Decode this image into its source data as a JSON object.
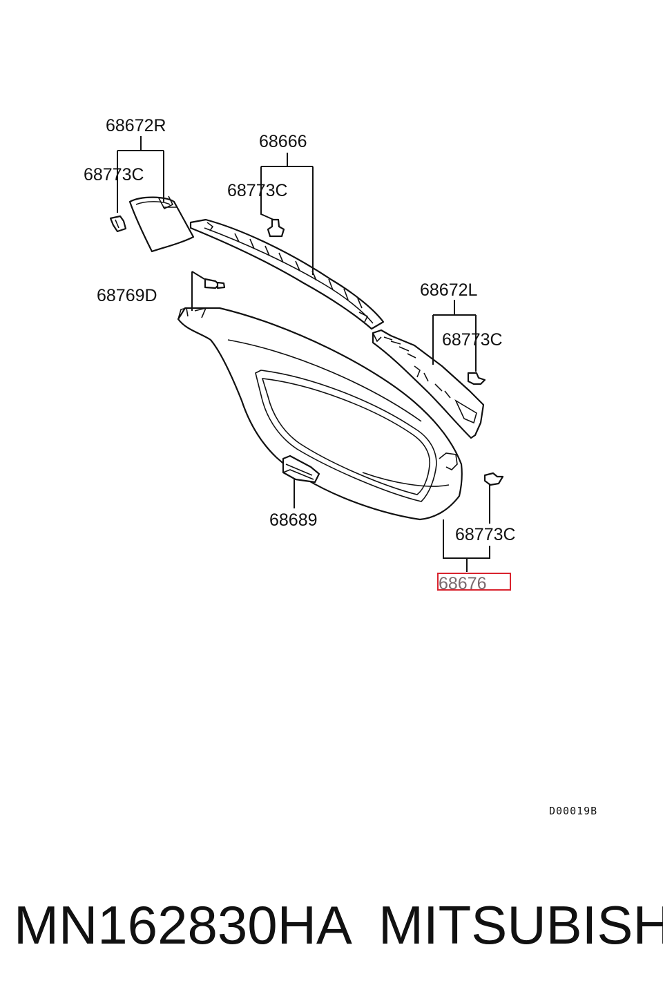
{
  "diagram": {
    "part_labels": {
      "p68672R": "68672R",
      "p68773C_a": "68773C",
      "p68666": "68666",
      "p68773C_b": "68773C",
      "p68769D": "68769D",
      "p68672L": "68672L",
      "p68773C_c": "68773C",
      "p68689": "68689",
      "p68773C_d": "68773C",
      "p68676": "68676"
    },
    "highlighted_part": "68676",
    "highlight_color": "#d9232e",
    "reference_code": "D00019B"
  },
  "caption": {
    "part_number": "MN162830HA",
    "brand": "MITSUBISHI"
  }
}
